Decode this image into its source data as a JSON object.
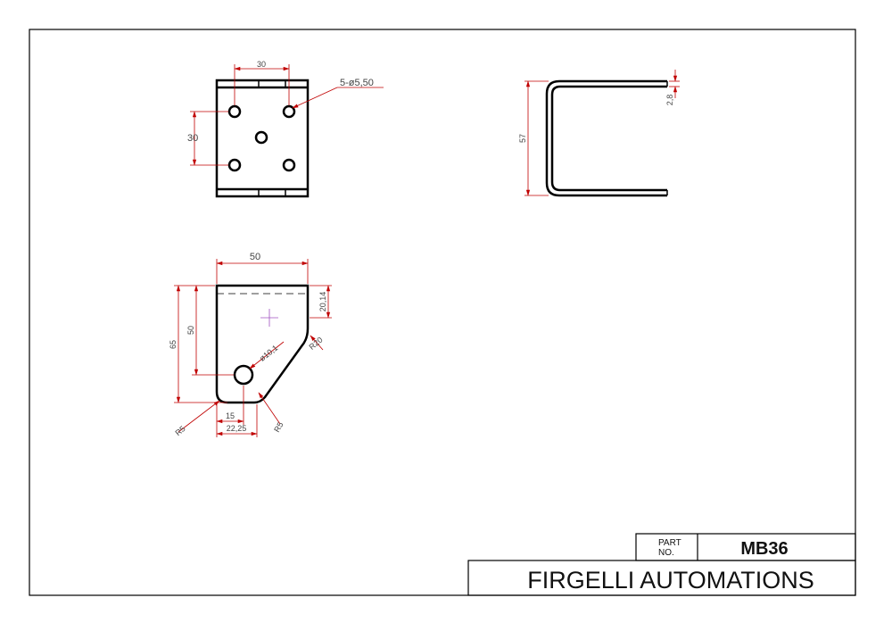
{
  "title_block": {
    "part_label_line1": "PART",
    "part_label_line2": "NO.",
    "part_number": "MB36",
    "company": "FIRGELLI AUTOMATIONS"
  },
  "views": {
    "top": {
      "dim_width": "30",
      "dim_height": "30",
      "hole_callout": "5-ø5,50"
    },
    "side": {
      "dim_height": "57",
      "dim_thickness": "2,8"
    },
    "front": {
      "dim_width": "50",
      "dim_height_total": "65",
      "dim_height_hole": "50",
      "dim_top_offset": "20,14",
      "dim_hole_dia": "ø10,1",
      "dim_radius_large": "R20",
      "dim_radius_left": "R5",
      "dim_radius_right": "R5",
      "dim_hole_x": "15",
      "dim_bottom_width": "22,25"
    }
  },
  "colors": {
    "outline": "#000000",
    "dimension": "#c00000",
    "text": "#444444",
    "centerline": "#a050c0"
  }
}
